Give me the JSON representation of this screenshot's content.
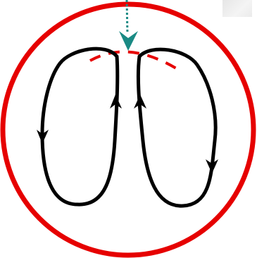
{
  "colors": {
    "boundary_circle": "#e60000",
    "dashed_arc": "#e60000",
    "loops": "#000000",
    "arrow_indicator": "#1a8a84",
    "background": "#ffffff",
    "corner_mark": "#ececec"
  },
  "elements": {
    "boundary": "circle",
    "left_loop_direction": "counterclockwise",
    "right_loop_direction": "clockwise",
    "top_indicator": "dotted-arrow-down"
  }
}
